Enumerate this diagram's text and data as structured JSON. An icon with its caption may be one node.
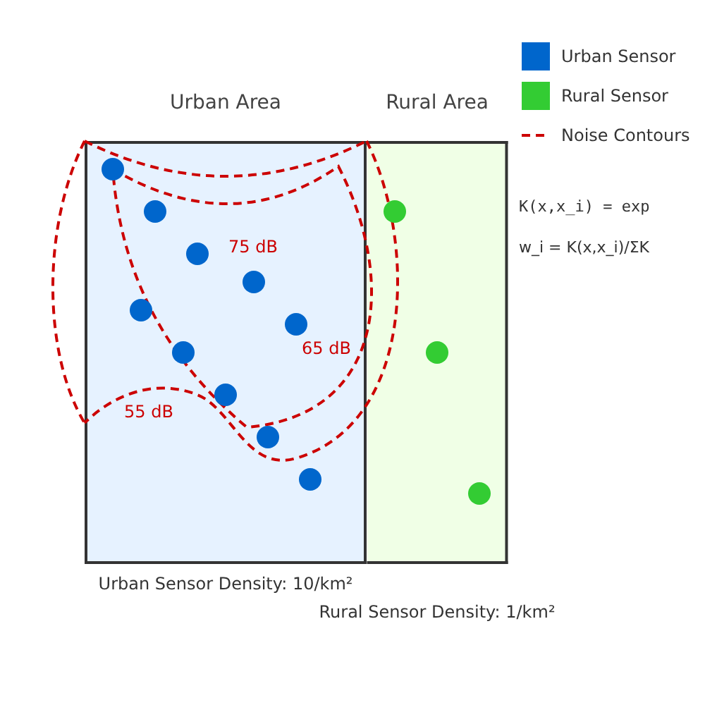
{
  "diagram": {
    "nodes": [
      {
        "text": [
          "Urban Area"
        ],
        "beside": [
          "Urban Sensor Density: 10/km²"
        ]
      },
      {
        "text": [
          "Rural Area"
        ],
        "beside": [
          "Rural Sensor Density: 1/km²"
        ]
      }
    ],
    "labels": [
      "K(x,x_i) = exp",
      "75 dB",
      "w_i = K(x,x_i)/ΣK",
      "65 dB",
      "55 dB"
    ],
    "legend": [
      {
        "text": "Urban Sensor",
        "color": "#0066cc"
      },
      {
        "text": "Rural Sensor",
        "color": "#33cc33"
      },
      {
        "text": "Noise Contours"
      }
    ]
  }
}
